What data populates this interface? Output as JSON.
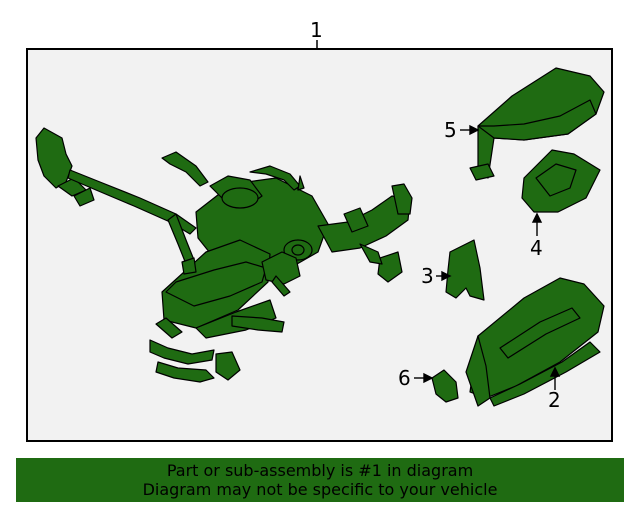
{
  "callouts": {
    "c1": "1",
    "c2": "2",
    "c3": "3",
    "c4": "4",
    "c5": "5",
    "c6": "6"
  },
  "banner": {
    "line1": "Part or sub-assembly is #1 in diagram",
    "line2": "Diagram may not be specific to your vehicle"
  },
  "colors": {
    "part_fill": "#1f6b12",
    "banner_bg": "#1f6b12",
    "frame_bg": "#f2f2f2"
  }
}
